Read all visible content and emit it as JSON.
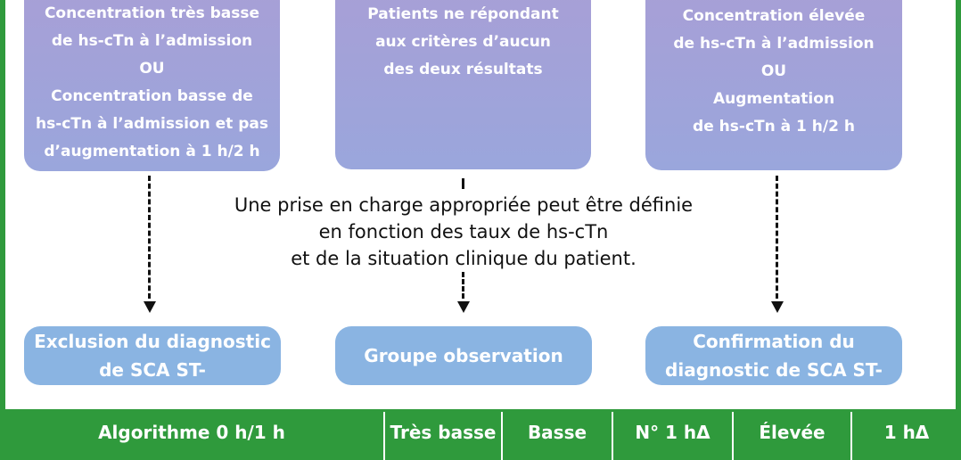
{
  "top_boxes": {
    "left": [
      "Concentration très basse",
      "de hs-cTn à l’admission",
      "OU",
      "Concentration basse de",
      "hs-cTn à l’admission et pas",
      "d’augmentation à 1 h/2 h"
    ],
    "middle": [
      "Patients ne répondant",
      "aux critères d’aucun",
      "des deux résultats"
    ],
    "right": [
      "Concentration élevée",
      "de hs-cTn à l’admission",
      "OU",
      "Augmentation",
      "de hs-cTn à 1 h/2 h"
    ]
  },
  "middle_text": [
    "Une prise en charge appropriée peut être définie",
    "en fonction des taux de hs-cTn",
    "et de la situation clinique du patient."
  ],
  "outcomes": {
    "left": [
      "Exclusion du diagnostic",
      "de SCA ST-"
    ],
    "middle": [
      "Groupe observation"
    ],
    "right": [
      "Confirmation du",
      "diagnostic de SCA ST-"
    ]
  },
  "table_header": {
    "algorithm": "Algorithme 0 h/1 h",
    "col1": "Très basse",
    "col2": "Basse",
    "col3": "N° 1 hΔ",
    "col4": "Élevée",
    "col5": "1 hΔ"
  },
  "colors": {
    "green": "#2f9a3c",
    "top_box_purple": "#a89fd6",
    "outcome_blue": "#8ab4e2"
  }
}
